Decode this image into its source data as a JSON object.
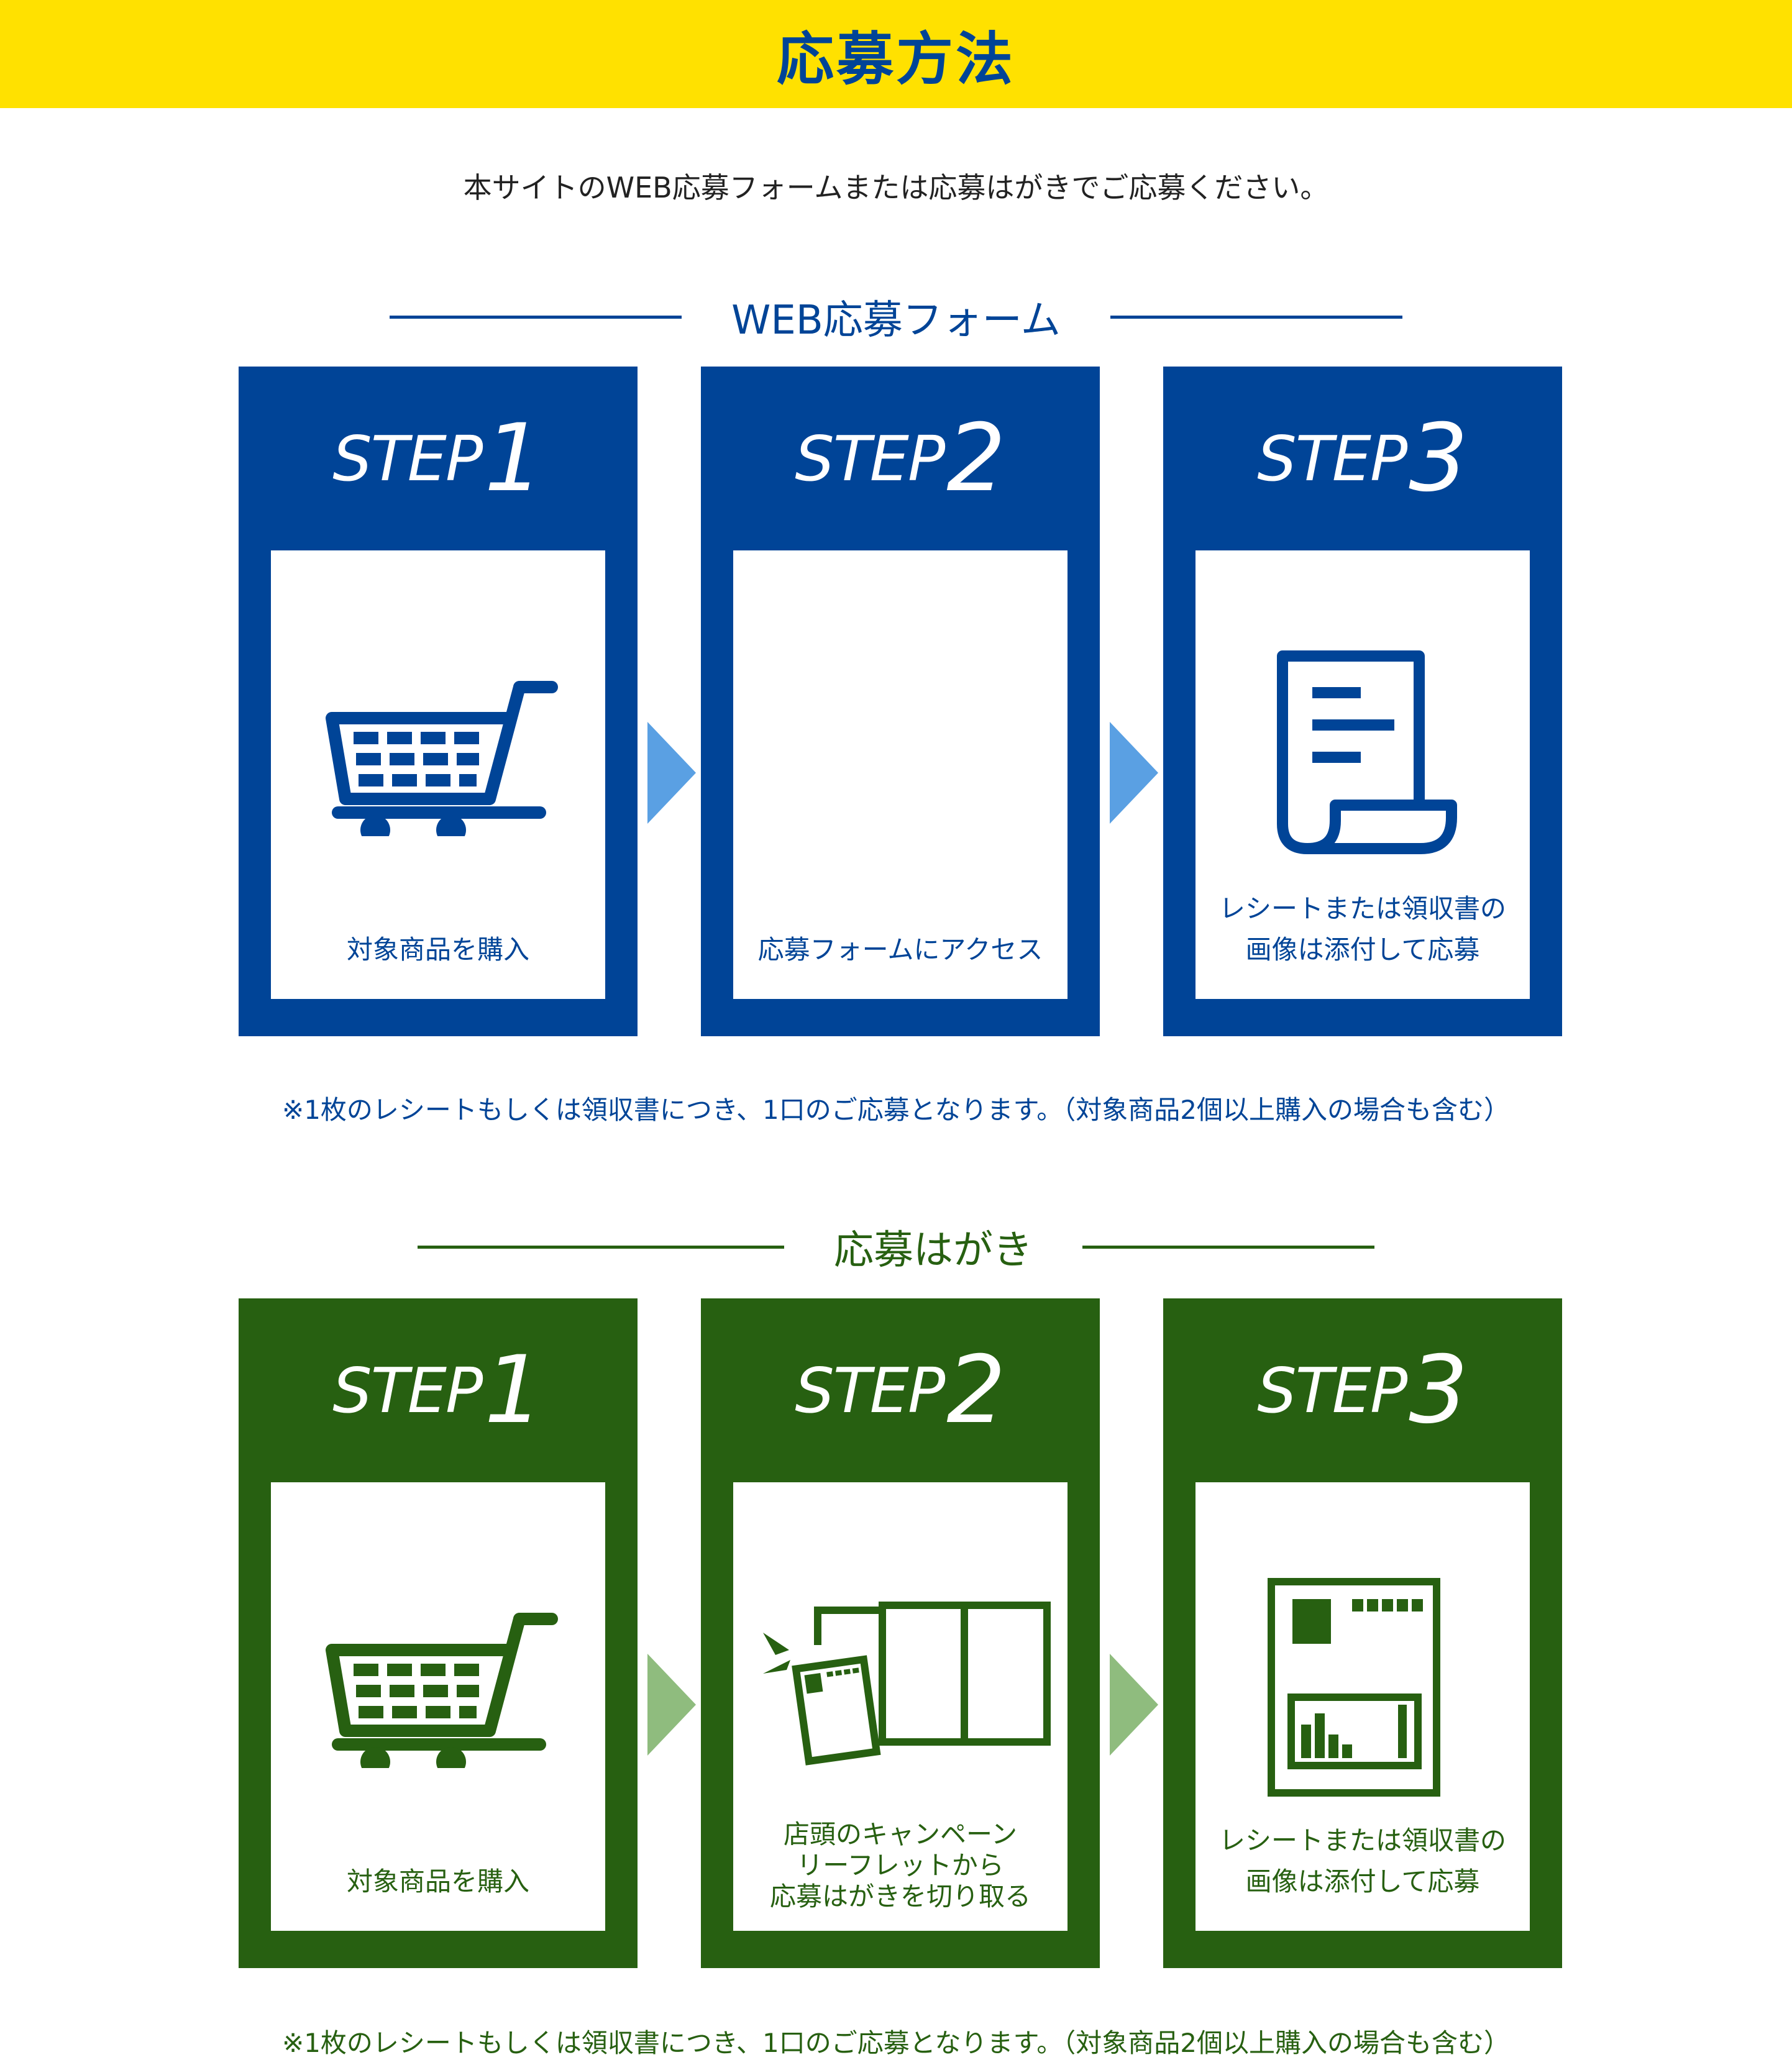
{
  "banner": {
    "title": "応募方法"
  },
  "intro": "本サイトのWEB応募フォームまたは応募はがきでご応募ください。",
  "colors": {
    "yellow": "#ffe100",
    "blue": "#004497",
    "green": "#276011",
    "light_blue_arrow": "#5aa0e3",
    "light_green_arrow": "#8fbc7e"
  },
  "web_section": {
    "heading": "WEB応募フォーム",
    "steps": [
      {
        "word": "STEP",
        "num": "1",
        "icon": "shopping-cart-icon",
        "text": "対象商品を購入"
      },
      {
        "word": "STEP",
        "num": "2",
        "icon": "",
        "text": "応募フォームにアクセス"
      },
      {
        "word": "STEP",
        "num": "3",
        "icon": "receipt-icon",
        "text": "レシートまたは領収書の\n画像は添付して応募"
      }
    ],
    "note": "※1枚のレシートもしくは領収書につき、1口のご応募となります。（対象商品2個以上購入の場合も含む）"
  },
  "postcard_section": {
    "heading": "応募はがき",
    "steps": [
      {
        "word": "STEP",
        "num": "1",
        "icon": "shopping-cart-icon",
        "text": "対象商品を購入"
      },
      {
        "word": "STEP",
        "num": "2",
        "icon": "leaflet-postcard-icon",
        "text": "店頭のキャンペーン\nリーフレットから\n応募はがきを切り取る"
      },
      {
        "word": "STEP",
        "num": "3",
        "icon": "postcard-icon",
        "text": "レシートまたは領収書の\n画像は添付して応募"
      }
    ],
    "note": "※1枚のレシートもしくは領収書につき、1口のご応募となります。（対象商品2個以上購入の場合も含む）"
  }
}
